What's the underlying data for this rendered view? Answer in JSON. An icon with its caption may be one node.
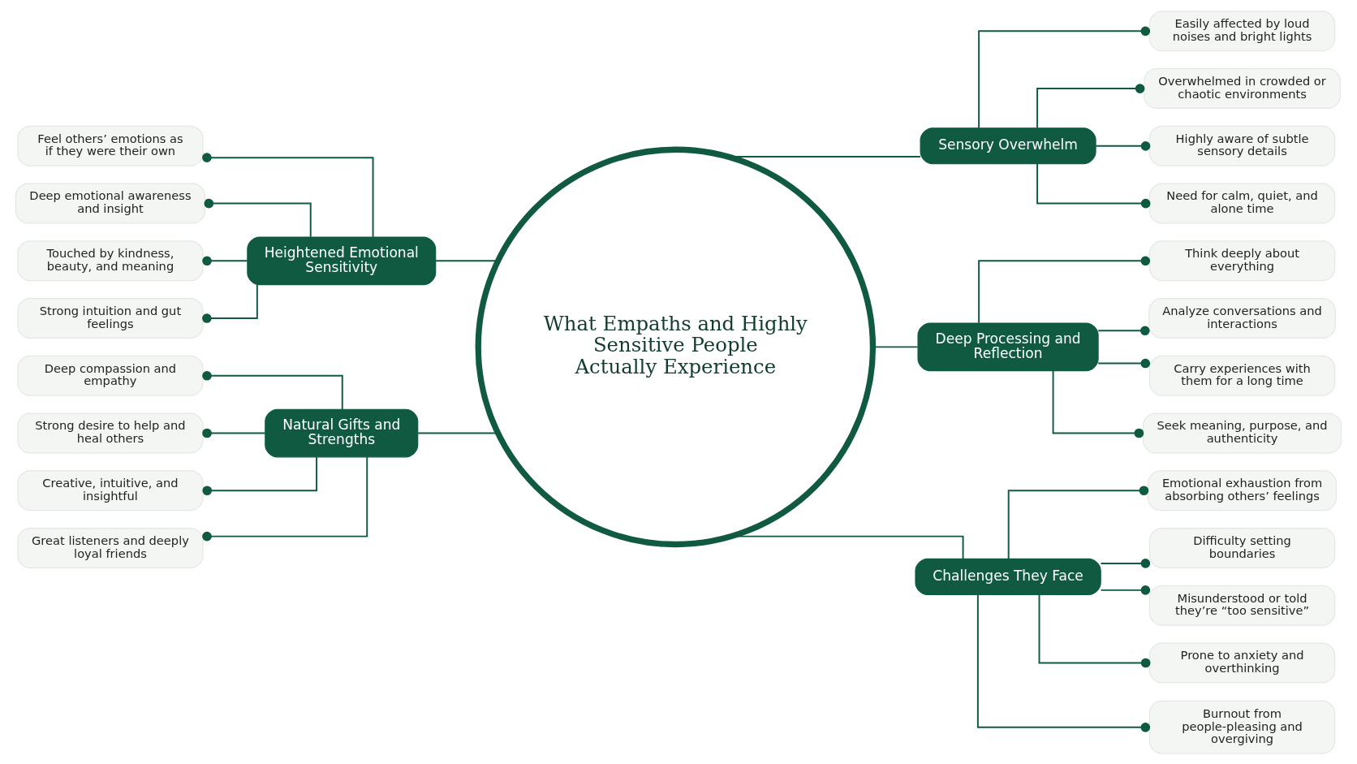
{
  "diagram": {
    "nodes": [
      {
        "text": [
          "What Empaths and Highly Sensitive People Actually Experience"
        ]
      },
      {
        "text": [
          "Heightened Emotional Sensitivity"
        ]
      },
      {
        "text": [
          "Feel others’ emotions as if they were their own"
        ]
      },
      {
        "text": [
          "Deep emotional awareness and insight"
        ]
      },
      {
        "text": [
          "Touched by kindness, beauty, and meaning"
        ]
      },
      {
        "text": [
          "Strong intuition and gut feelings"
        ]
      },
      {
        "text": [
          "Natural Gifts and Strengths"
        ]
      },
      {
        "text": [
          "Deep compassion and empathy"
        ]
      },
      {
        "text": [
          "Strong desire to help and heal others"
        ]
      },
      {
        "text": [
          "Creative, intuitive, and insightful"
        ]
      },
      {
        "text": [
          "Great listeners and deeply loyal friends"
        ]
      },
      {
        "text": [
          "Sensory Overwhelm"
        ]
      },
      {
        "text": [
          "Easily affected by loud noises and bright lights"
        ]
      },
      {
        "text": [
          "Overwhelmed in crowded or chaotic environments"
        ]
      },
      {
        "text": [
          "Highly aware of subtle sensory details"
        ]
      },
      {
        "text": [
          "Need for calm, quiet, and alone time"
        ]
      },
      {
        "text": [
          "Deep Processing and Reflection"
        ]
      },
      {
        "text": [
          "Think deeply about everything"
        ]
      },
      {
        "text": [
          "Analyze conversations and interactions"
        ]
      },
      {
        "text": [
          "Carry experiences with them for a long time"
        ]
      },
      {
        "text": [
          "Seek meaning, purpose, and authenticity"
        ]
      },
      {
        "text": [
          "Challenges They Face"
        ]
      },
      {
        "text": [
          "Emotional exhaustion from absorbing others’ feelings"
        ]
      },
      {
        "text": [
          "Difficulty setting boundaries"
        ]
      },
      {
        "text": [
          "Misunderstood or told they’re “too sensitive”"
        ]
      },
      {
        "text": [
          "Prone to anxiety and overthinking"
        ]
      },
      {
        "text": [
          "Burnout from people-pleasing and overgiving"
        ]
      }
    ],
    "edges": [
      {
        "from": 0,
        "to": 1,
        "arrow": "none"
      },
      {
        "from": 1,
        "to": 2,
        "arrow": "other"
      },
      {
        "from": 1,
        "to": 3,
        "arrow": "other"
      },
      {
        "from": 1,
        "to": 4,
        "arrow": "other"
      },
      {
        "from": 1,
        "to": 5,
        "arrow": "other"
      },
      {
        "from": 0,
        "to": 6,
        "arrow": "none"
      },
      {
        "from": 6,
        "to": 7,
        "arrow": "other"
      },
      {
        "from": 6,
        "to": 8,
        "arrow": "other"
      },
      {
        "from": 6,
        "to": 9,
        "arrow": "other"
      },
      {
        "from": 6,
        "to": 10,
        "arrow": "other"
      },
      {
        "from": 0,
        "to": 11,
        "arrow": "none"
      },
      {
        "from": 11,
        "to": 12,
        "arrow": "other"
      },
      {
        "from": 11,
        "to": 13,
        "arrow": "other"
      },
      {
        "from": 11,
        "to": 14,
        "arrow": "other"
      },
      {
        "from": 11,
        "to": 15,
        "arrow": "other"
      },
      {
        "from": 0,
        "to": 16,
        "arrow": "none"
      },
      {
        "from": 16,
        "to": 17,
        "arrow": "other"
      },
      {
        "from": 16,
        "to": 18,
        "arrow": "other"
      },
      {
        "from": 16,
        "to": 19,
        "arrow": "other"
      },
      {
        "from": 16,
        "to": 20,
        "arrow": "other"
      },
      {
        "from": 0,
        "to": 21,
        "arrow": "none"
      },
      {
        "from": 21,
        "to": 22,
        "arrow": "other"
      },
      {
        "from": 21,
        "to": 23,
        "arrow": "other"
      },
      {
        "from": 21,
        "to": 24,
        "arrow": "other"
      },
      {
        "from": 21,
        "to": 25,
        "arrow": "other"
      },
      {
        "from": 21,
        "to": 26,
        "arrow": "other"
      }
    ]
  }
}
